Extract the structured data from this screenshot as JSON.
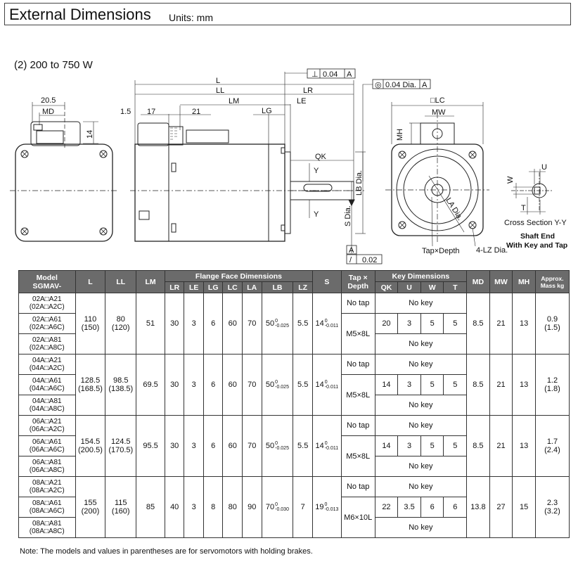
{
  "header": {
    "title": "External Dimensions",
    "units": "Units: mm"
  },
  "subtitle": "(2) 200 to 750 W",
  "drawing_labels": {
    "dim_20_5": "20.5",
    "md": "MD",
    "dim_14": "14",
    "dim_1_5": "1.5",
    "dim_17": "17",
    "dim_21": "21",
    "L": "L",
    "LL": "LL",
    "LM": "LM",
    "LG": "LG",
    "LR": "LR",
    "LE": "LE",
    "QK": "QK",
    "Y1": "Y",
    "Y2": "Y",
    "LB": "LB Dia.",
    "S": "S Dia.",
    "perp": "⊥",
    "perp_val": "0.04",
    "perp_ref": "A",
    "conc": "◎",
    "conc_val": "0.04 Dia.",
    "conc_ref": "A",
    "A_ref": "A",
    "flat": "/",
    "flat_val": "0.02",
    "LC": "□LC",
    "MW": "MW",
    "MH": "MH",
    "LA": "LA Dia.",
    "tap": "Tap×Depth",
    "lz": "4-LZ Dia.",
    "U": "U",
    "W": "W",
    "T": "T",
    "cross_section": "Cross Section Y-Y",
    "shaft_end": "Shaft End",
    "with_key": "With Key and Tap"
  },
  "table": {
    "headers": {
      "model": "Model",
      "model2": "SGMAV-",
      "L": "L",
      "LL": "LL",
      "LM": "LM",
      "flange": "Flange Face Dimensions",
      "flange_cols": [
        "LR",
        "LE",
        "LG",
        "LC",
        "LA",
        "LB",
        "LZ"
      ],
      "S": "S",
      "tap": "Tap ×",
      "tap2": "Depth",
      "key": "Key Dimensions",
      "key_cols": [
        "QK",
        "U",
        "W",
        "T"
      ],
      "MD": "MD",
      "MW": "MW",
      "MH": "MH",
      "mass": "Approx.",
      "mass2": "Mass kg"
    },
    "groups": [
      {
        "models": [
          [
            "02A□A21",
            "(02A□A2C)"
          ],
          [
            "02A□A61",
            "(02A□A6C)"
          ],
          [
            "02A□A81",
            "(02A□A8C)"
          ]
        ],
        "L": "110",
        "L_brake": "(150)",
        "LL": "80",
        "LL_brake": "(120)",
        "LM": "51",
        "LR": "30",
        "LE": "3",
        "LG": "6",
        "LC": "60",
        "LA": "70",
        "LB": "50",
        "LB_tol_hi": "0",
        "LB_tol_lo": "-0.025",
        "LZ": "5.5",
        "S": "14",
        "S_tol_hi": "0",
        "S_tol_lo": "-0.011",
        "notap": "No tap",
        "tap": "M5×8L",
        "nokey": "No key",
        "QK": "20",
        "U": "3",
        "W": "5",
        "T": "5",
        "MD": "8.5",
        "MW": "21",
        "MH": "13",
        "mass": "0.9",
        "mass_brake": "(1.5)"
      },
      {
        "models": [
          [
            "04A□A21",
            "(04A□A2C)"
          ],
          [
            "04A□A61",
            "(04A□A6C)"
          ],
          [
            "04A□A81",
            "(04A□A8C)"
          ]
        ],
        "L": "128.5",
        "L_brake": "(168.5)",
        "LL": "98.5",
        "LL_brake": "(138.5)",
        "LM": "69.5",
        "LR": "30",
        "LE": "3",
        "LG": "6",
        "LC": "60",
        "LA": "70",
        "LB": "50",
        "LB_tol_hi": "0",
        "LB_tol_lo": "-0.025",
        "LZ": "5.5",
        "S": "14",
        "S_tol_hi": "0",
        "S_tol_lo": "-0.011",
        "notap": "No tap",
        "tap": "M5×8L",
        "nokey": "No key",
        "QK": "14",
        "U": "3",
        "W": "5",
        "T": "5",
        "MD": "8.5",
        "MW": "21",
        "MH": "13",
        "mass": "1.2",
        "mass_brake": "(1.8)"
      },
      {
        "models": [
          [
            "06A□A21",
            "(06A□A2C)"
          ],
          [
            "06A□A61",
            "(06A□A6C)"
          ],
          [
            "06A□A81",
            "(06A□A8C)"
          ]
        ],
        "L": "154.5",
        "L_brake": "(200.5)",
        "LL": "124.5",
        "LL_brake": "(170.5)",
        "LM": "95.5",
        "LR": "30",
        "LE": "3",
        "LG": "6",
        "LC": "60",
        "LA": "70",
        "LB": "50",
        "LB_tol_hi": "0",
        "LB_tol_lo": "-0.025",
        "LZ": "5.5",
        "S": "14",
        "S_tol_hi": "0",
        "S_tol_lo": "-0.011",
        "notap": "No tap",
        "tap": "M5×8L",
        "nokey": "No key",
        "QK": "14",
        "U": "3",
        "W": "5",
        "T": "5",
        "MD": "8.5",
        "MW": "21",
        "MH": "13",
        "mass": "1.7",
        "mass_brake": "(2.4)"
      },
      {
        "models": [
          [
            "08A□A21",
            "(08A□A2C)"
          ],
          [
            "08A□A61",
            "(08A□A6C)"
          ],
          [
            "08A□A81",
            "(08A□A8C)"
          ]
        ],
        "L": "155",
        "L_brake": "(200)",
        "LL": "115",
        "LL_brake": "(160)",
        "LM": "85",
        "LR": "40",
        "LE": "3",
        "LG": "8",
        "LC": "80",
        "LA": "90",
        "LB": "70",
        "LB_tol_hi": "0",
        "LB_tol_lo": "-0.030",
        "LZ": "7",
        "S": "19",
        "S_tol_hi": "0",
        "S_tol_lo": "-0.013",
        "notap": "No tap",
        "tap": "M6×10L",
        "nokey": "No key",
        "QK": "22",
        "U": "3.5",
        "W": "6",
        "T": "6",
        "MD": "13.8",
        "MW": "27",
        "MH": "15",
        "mass": "2.3",
        "mass_brake": "(3.2)"
      }
    ]
  },
  "note": "Note: The models and values in parentheses are for servomotors with holding brakes."
}
